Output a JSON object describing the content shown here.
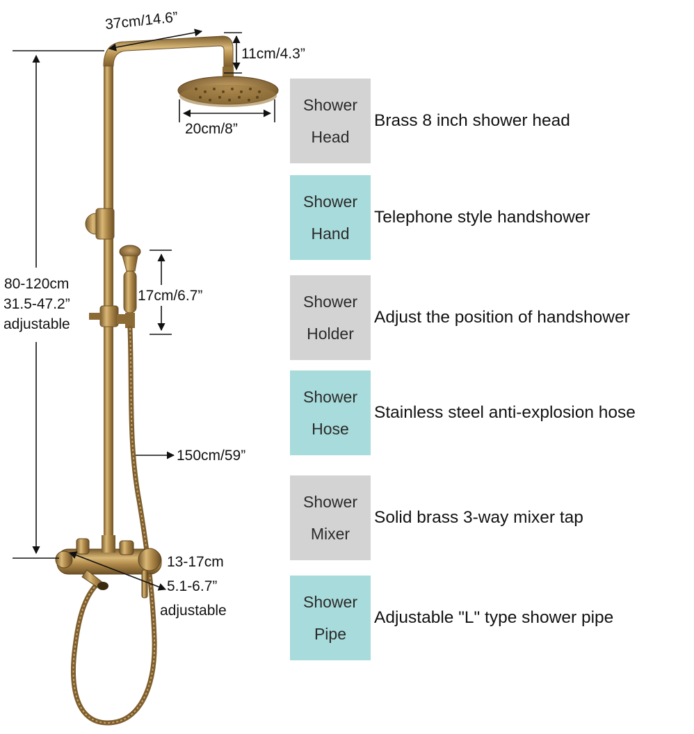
{
  "dimensions": {
    "arm_length": "37cm/14.6”",
    "arm_drop": "11cm/4.3”",
    "head_diameter": "20cm/8”",
    "riser_height": [
      "80-120cm",
      "31.5-47.2”",
      "adjustable"
    ],
    "handshower_length": "17cm/6.7”",
    "hose_length": "150cm/59”",
    "spout_spacing": [
      "13-17cm",
      "5.1-6.7”",
      "adjustable"
    ]
  },
  "features": [
    {
      "line1": "Shower",
      "line2": "Head",
      "description": "Brass 8 inch shower head",
      "color": "#d3d3d3"
    },
    {
      "line1": "Shower",
      "line2": "Hand",
      "description": "Telephone style handshower",
      "color": "#a8dbdb"
    },
    {
      "line1": "Shower",
      "line2": "Holder",
      "description": "Adjust the position of handshower",
      "color": "#d3d3d3"
    },
    {
      "line1": "Shower",
      "line2": "Hose",
      "description": "Stainless steel anti-explosion hose",
      "color": "#a8dbdb"
    },
    {
      "line1": "Shower",
      "line2": "Mixer",
      "description": "Solid brass 3-way mixer tap",
      "color": "#d3d3d3"
    },
    {
      "line1": "Shower",
      "line2": "Pipe",
      "description": "Adjustable \"L\" type shower pipe",
      "color": "#a8dbdb"
    }
  ],
  "colors": {
    "brass": "#b08a4a",
    "brass_dark": "#7a5c2c",
    "hose": "#8a6a3a"
  }
}
